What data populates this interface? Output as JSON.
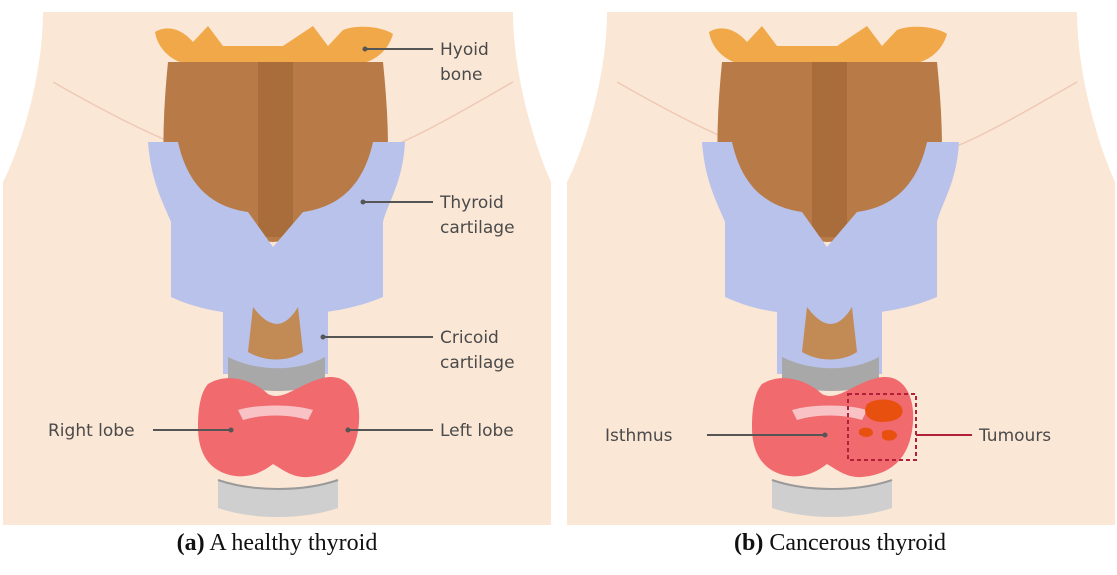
{
  "panel_a": {
    "labels": {
      "hyoid": [
        "Hyoid",
        "bone"
      ],
      "thyroid_cartilage": [
        "Thyroid",
        "cartilage"
      ],
      "cricoid_cartilage": [
        "Cricoid",
        "cartilage"
      ],
      "right_lobe": "Right lobe",
      "left_lobe": "Left lobe"
    },
    "caption": {
      "tag": "(a)",
      "text": "A healthy thyroid"
    }
  },
  "panel_b": {
    "labels": {
      "isthmus": "Isthmus",
      "tumours": "Tumours"
    },
    "caption": {
      "tag": "(b)",
      "text": "Cancerous thyroid"
    }
  },
  "colors": {
    "skin": "#fbe7d6",
    "hyoid": "#f0a848",
    "larynx": "#b87b47",
    "cartilage": "#b9c2ea",
    "trachea_ring": "#c8c8c8",
    "thyroid": "#f06a6e",
    "tumour": "#e8500f",
    "tumour_box": "#b0203a",
    "leader_line": "#555555"
  }
}
